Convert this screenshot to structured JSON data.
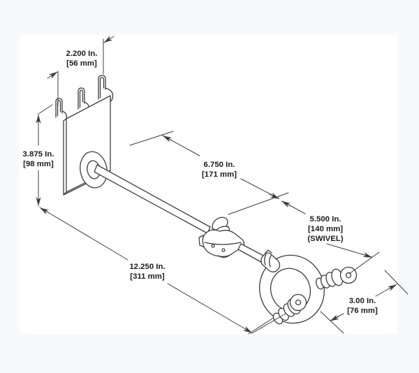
{
  "figure": {
    "type": "technical-drawing",
    "subject": "swivel display hanger with pegboard mounting plate",
    "dimensions": {
      "plate_width": {
        "inches": "2.200 In.",
        "metric": "[56 mm]"
      },
      "plate_height": {
        "inches": "3.875 In.",
        "metric": "[98 mm]"
      },
      "rod_exposed": {
        "inches": "6.750 In.",
        "metric": "[171 mm]"
      },
      "swivel_reach": {
        "inches": "5.500 In.",
        "metric": "[140 mm]",
        "note": "(SWIVEL)"
      },
      "overall_length": {
        "inches": "12.250 In.",
        "metric": "[311 mm]"
      },
      "arm_length": {
        "inches": "3.00 In.",
        "metric": "[76 mm]"
      }
    },
    "colors": {
      "background": "#f8f9fa",
      "canvas": "#ffffff",
      "line": "#3d3d3d",
      "text": "#1c1c1c"
    }
  }
}
